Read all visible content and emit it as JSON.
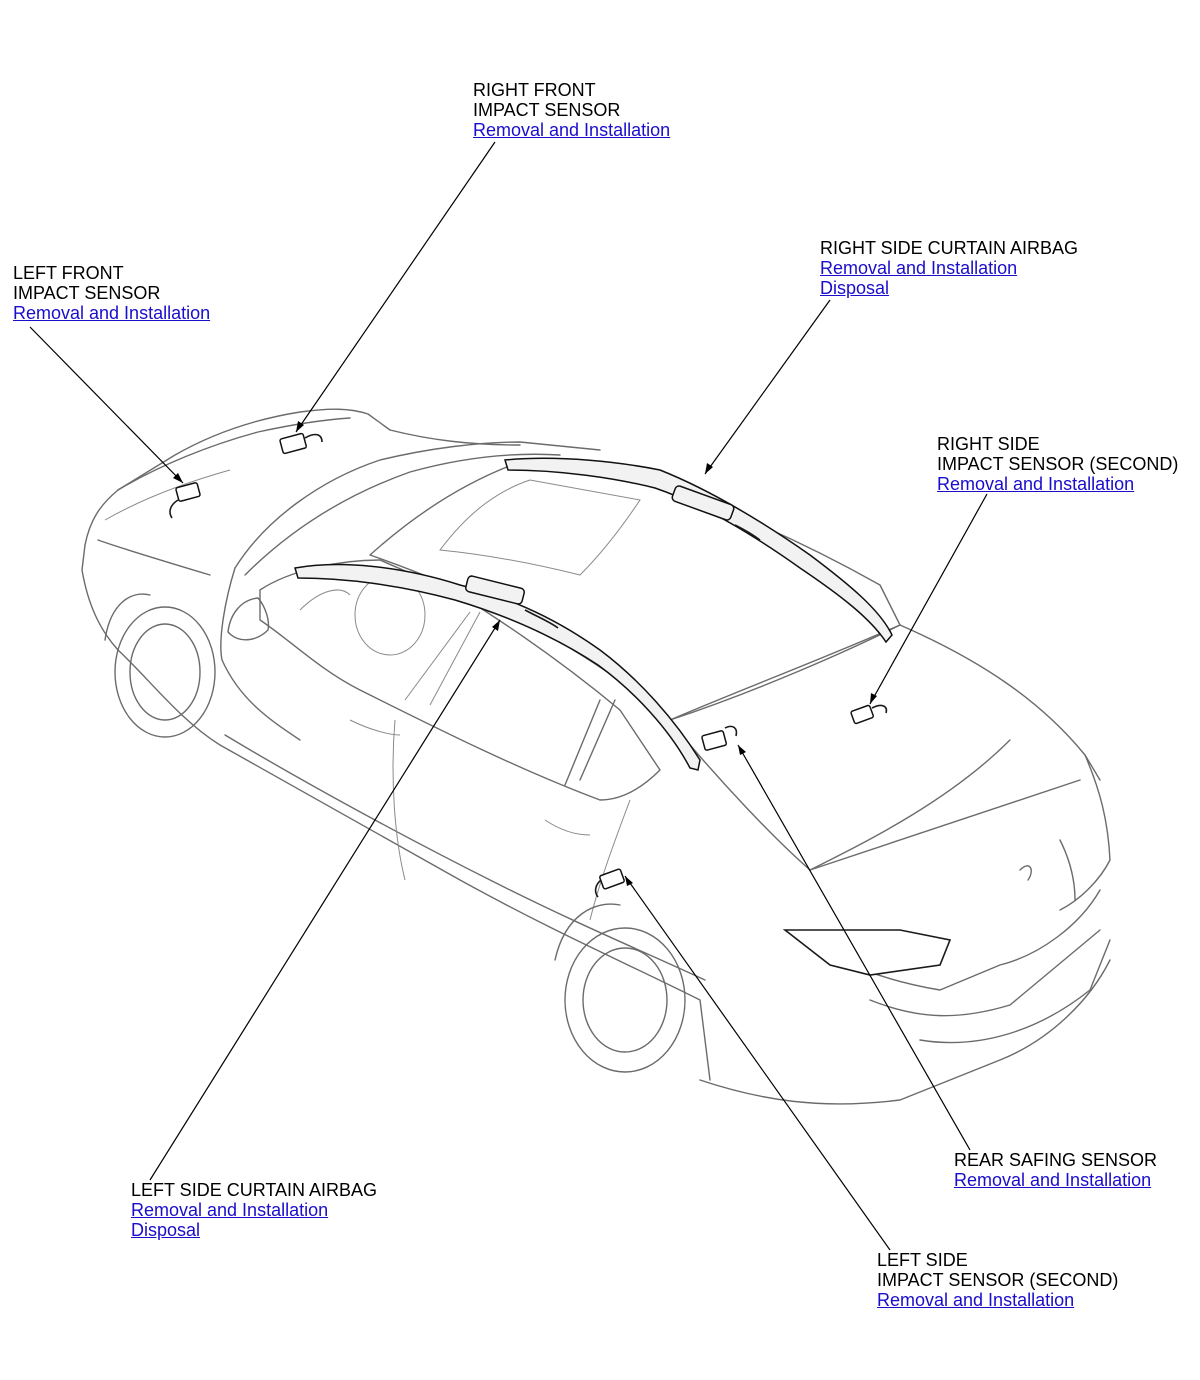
{
  "callouts": {
    "right_front": {
      "line1": "RIGHT FRONT",
      "line2": "IMPACT SENSOR",
      "link1": "Removal and Installation"
    },
    "left_front": {
      "line1": "LEFT FRONT",
      "line2": "IMPACT SENSOR",
      "link1": "Removal and Installation"
    },
    "right_curtain": {
      "line1": "RIGHT SIDE CURTAIN AIRBAG",
      "link1": "Removal and Installation",
      "link2": "Disposal"
    },
    "right_side_second": {
      "line1": "RIGHT SIDE",
      "line2": "IMPACT SENSOR (SECOND)",
      "link1": "Removal and Installation"
    },
    "rear_safing": {
      "line1": "REAR SAFING SENSOR",
      "link1": "Removal and Installation"
    },
    "left_curtain": {
      "line1": "LEFT SIDE CURTAIN AIRBAG",
      "link1": "Removal and Installation",
      "link2": "Disposal"
    },
    "left_side_second": {
      "line1": "LEFT SIDE",
      "line2": "IMPACT SENSOR (SECOND)",
      "link1": "Removal and Installation"
    }
  },
  "colors": {
    "link": "#1a0dcc",
    "text": "#000000",
    "outline": "#6b6b6b"
  }
}
